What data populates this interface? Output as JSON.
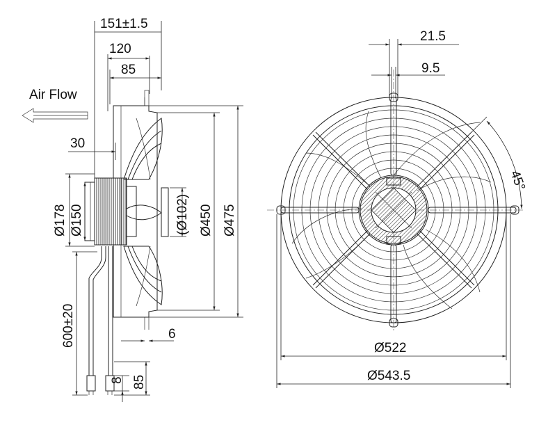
{
  "labels": {
    "air_flow": "Air Flow",
    "depth_total": "151±1.5",
    "depth_120": "120",
    "depth_85": "85",
    "dim_30": "30",
    "dia_178": "Ø178",
    "dia_150": "Ø150",
    "dia_102": "(Ø102)",
    "dia_450": "Ø450",
    "dia_475": "Ø475",
    "cable_len": "600±20",
    "dim_6": "6",
    "dim_8": "8",
    "dim_85b": "85",
    "slot_215": "21.5",
    "slot_95": "9.5",
    "angle_45": "45°",
    "dia_522": "Ø522",
    "dia_5435": "Ø543.5"
  },
  "colors": {
    "line": "#222222",
    "background": "#ffffff",
    "motor_hatch": "#555555"
  }
}
